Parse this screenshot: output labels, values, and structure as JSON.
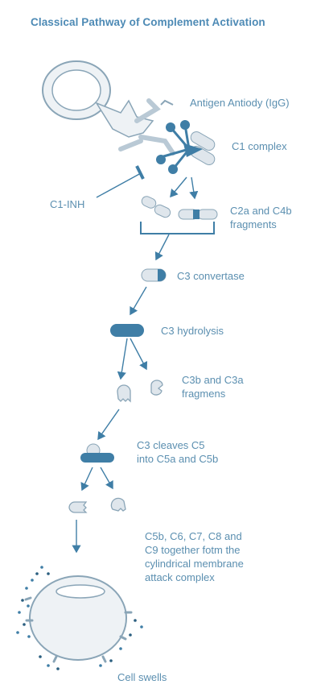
{
  "title": "Classical Pathway of Complement Activation",
  "labels": {
    "antigen_antibody": "Antigen Antiody (IgG)",
    "c1_complex": "C1 complex",
    "c1_inh": "C1-INH",
    "c2a_c4b_line1": "C2a and C4b",
    "c2a_c4b_line2": "fragments",
    "c3_convertase": "C3 convertase",
    "c3_hydrolysis": "C3 hydrolysis",
    "c3b_c3a_line1": "C3b and C3a",
    "c3b_c3a_line2": "fragmens",
    "c3_cleaves_line1": "C3 cleaves C5",
    "c3_cleaves_line2": "into C5a and C5b",
    "mac_line1": "C5b, C6, C7, C8 and",
    "mac_line2": "C9 together fotm the",
    "mac_line3": "cylindrical membrane",
    "mac_line4": "attack complex",
    "cell_swells": "Cell swells"
  },
  "colors": {
    "dark_blue": "#3f7ea6",
    "light_gray": "#dfe6ec",
    "label_blue": "#5b8fb0",
    "title_blue": "#4d8ab5"
  }
}
